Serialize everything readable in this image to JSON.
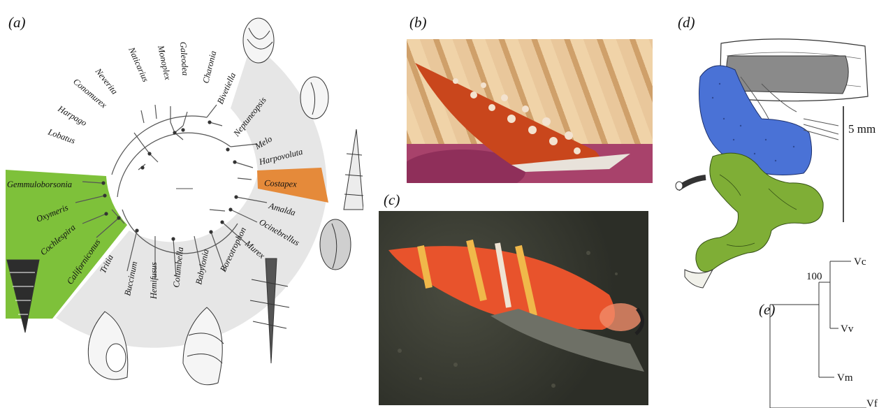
{
  "panels": {
    "a": "(a)",
    "b": "(b)",
    "c": "(c)",
    "d": "(d)",
    "e": "(e)"
  },
  "tree_a": {
    "taxa": [
      "Lobatus",
      "Harpago",
      "Conomurex",
      "Neverita",
      "Naticarius",
      "Monoplex",
      "Galeodea",
      "Charonia",
      "Bivetiella",
      "Neptuneopsis",
      "Melo",
      "Harpovoluta",
      "Costapex",
      "Amalda",
      "Ocinebrellus",
      "Murex",
      "Boreotrophon",
      "Babylonia",
      "Columbella",
      "Hemifusus",
      "Buccinum",
      "Tritia",
      "Californiconus",
      "Cochlespira",
      "Oxymeris",
      "Gemmuloborsonia"
    ],
    "highlight_green": [
      "Gemmuloborsonia",
      "Oxymeris",
      "Cochlespira",
      "Californiconus"
    ],
    "highlight_orange": [
      "Costapex"
    ],
    "colors": {
      "green": "#7ec13a",
      "orange": "#e58a3a",
      "grey": "#e6e6e6"
    }
  },
  "panel_d": {
    "scale_label": "5 mm",
    "colors": {
      "blue": "#4a72d6",
      "green": "#7fae36",
      "dark": "#8a8a8a"
    }
  },
  "tree_e": {
    "bootstrap": "100",
    "tips": [
      "Vc",
      "Vv",
      "Vm",
      "Vf"
    ]
  }
}
